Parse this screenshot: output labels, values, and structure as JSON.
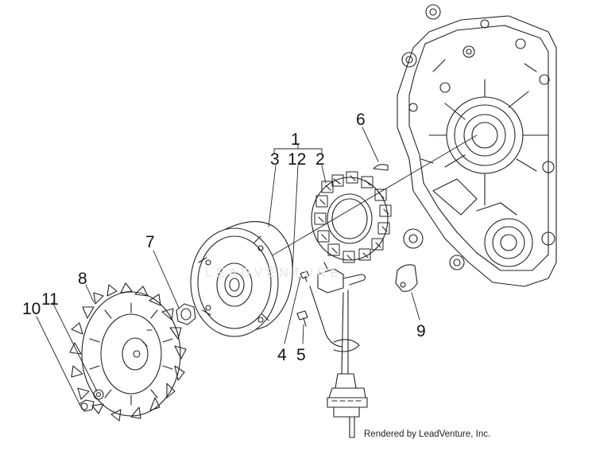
{
  "callouts": [
    {
      "id": "1",
      "label": "1"
    },
    {
      "id": "3",
      "label": "3"
    },
    {
      "id": "12",
      "label": "12"
    },
    {
      "id": "2",
      "label": "2"
    },
    {
      "id": "6",
      "label": "6"
    },
    {
      "id": "7",
      "label": "7"
    },
    {
      "id": "8",
      "label": "8"
    },
    {
      "id": "10",
      "label": "10"
    },
    {
      "id": "11",
      "label": "11"
    },
    {
      "id": "4",
      "label": "4"
    },
    {
      "id": "5",
      "label": "5"
    },
    {
      "id": "9",
      "label": "9"
    }
  ],
  "credit": "Rendered by LeadVenture, Inc.",
  "watermark": "LEADVENTURE",
  "colors": {
    "line": "#222222",
    "background": "#ffffff",
    "watermark": "#e4e4e4"
  }
}
